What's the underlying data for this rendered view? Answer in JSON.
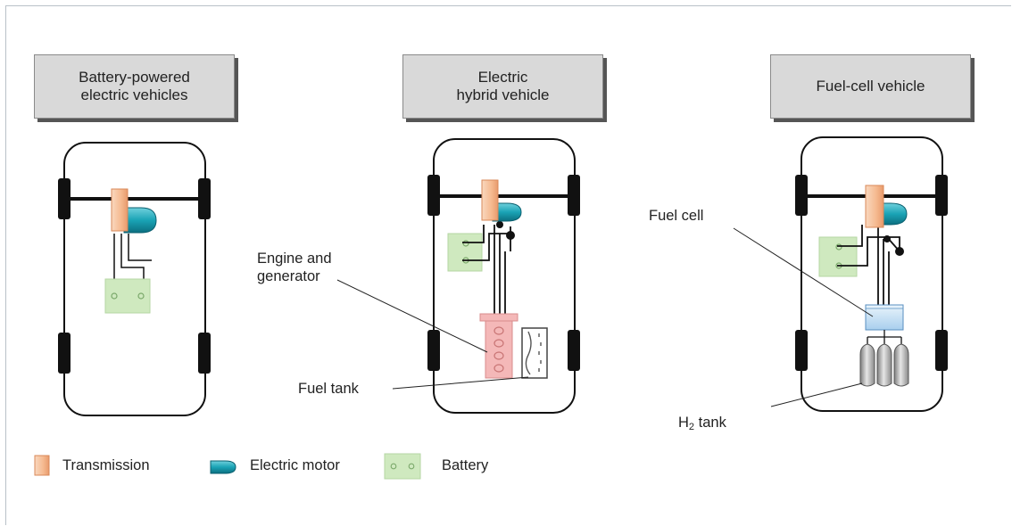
{
  "vehicles": [
    {
      "title": "Battery-powered electric vehicles",
      "title_lines": [
        "Battery-powered",
        "electric vehicles"
      ]
    },
    {
      "title": "Electric hybrid vehicle",
      "title_lines": [
        "Electric",
        "hybrid vehicle"
      ]
    },
    {
      "title": "Fuel-cell vehicle",
      "title_lines": [
        "Fuel-cell vehicle"
      ]
    }
  ],
  "callouts": {
    "engine_and_generator": [
      "Engine and",
      "generator"
    ],
    "fuel_tank": "Fuel tank",
    "fuel_cell": "Fuel cell",
    "h2_tank_prefix": "H",
    "h2_tank_sub": "2",
    "h2_tank_suffix": " tank"
  },
  "legend": [
    {
      "icon": "transmission-icon",
      "label": "Transmission"
    },
    {
      "icon": "electric-motor-icon",
      "label": "Electric motor"
    },
    {
      "icon": "battery-icon",
      "label": "Battery"
    }
  ],
  "colors": {
    "transmission": "#f7c9a8",
    "motor": "#1a9fb0",
    "battery": "#cfe9bf",
    "engine": "#f4b8b8",
    "fuel_cell": "#c9e3f5",
    "title_box": "#d9d9d9"
  }
}
